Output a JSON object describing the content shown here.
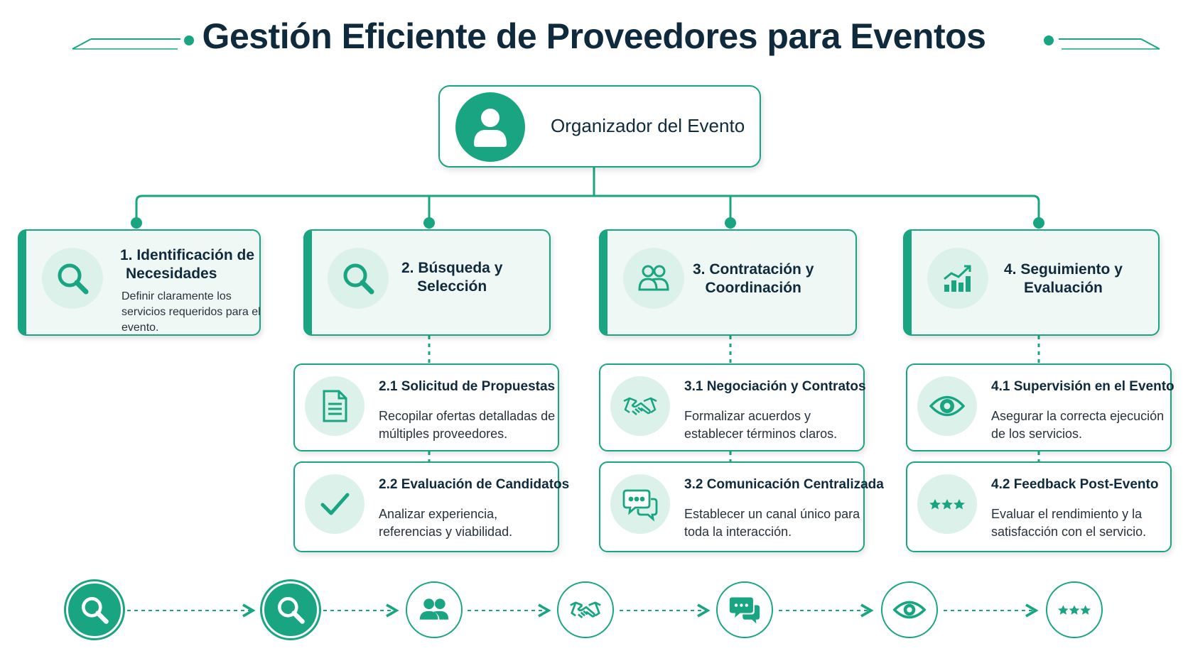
{
  "title": "Gestión Eficiente de Proveedores para Eventos",
  "colors": {
    "accent": "#19a581",
    "light_fill": "#dcf1ea",
    "card_fill": "#f0f8f5",
    "title": "#0f2a3c"
  },
  "root": {
    "label": "Organizador del Evento",
    "icon": "user-icon"
  },
  "phases": [
    {
      "title_line1": "1. Identificación de",
      "title_line2": "Necesidades",
      "description": "Definir claramente los servicios requeridos para el evento.",
      "icon": "search-icon"
    },
    {
      "title_line1": "2. Búsqueda y",
      "title_line2": "Selección",
      "icon": "search-icon"
    },
    {
      "title_line1": "3. Contratación y",
      "title_line2": "Coordinación",
      "icon": "users-icon"
    },
    {
      "title_line1": "4. Seguimiento y",
      "title_line2": "Evaluación",
      "icon": "chart-icon"
    }
  ],
  "subtasks": [
    {
      "title": "2.1  Solicitud de Propuestas",
      "description": "Recopilar ofertas detalladas de múltiples proveedores.",
      "icon": "document-icon"
    },
    {
      "title": "2.2  Evaluación de Candidatos",
      "description": "Analizar experiencia, referencias y viabilidad.",
      "icon": "checkmark-icon"
    },
    {
      "title": "3.1  Negociación y Contratos",
      "description": "Formalizar acuerdos y establecer términos claros.",
      "icon": "handshake-icon"
    },
    {
      "title": "3.2  Comunicación Centralizada",
      "description": "Establecer un canal único para toda la interacción.",
      "icon": "chat-icon"
    },
    {
      "title": "4.1  Supervisión en el Evento",
      "description": "Asegurar la correcta ejecución de los servicios.",
      "icon": "eye-icon"
    },
    {
      "title": "4.2  Feedback Post-Evento",
      "description": "Evaluar el rendimiento y la satisfacción con el servicio.",
      "icon": "stars-icon"
    }
  ],
  "flow": [
    {
      "icon": "search-icon",
      "style": "filled"
    },
    {
      "icon": "search-icon",
      "style": "filled"
    },
    {
      "icon": "users-icon",
      "style": "outline"
    },
    {
      "icon": "handshake-icon",
      "style": "outline"
    },
    {
      "icon": "chat-icon",
      "style": "outline"
    },
    {
      "icon": "eye-icon",
      "style": "outline"
    },
    {
      "icon": "stars-icon",
      "style": "outline"
    }
  ]
}
